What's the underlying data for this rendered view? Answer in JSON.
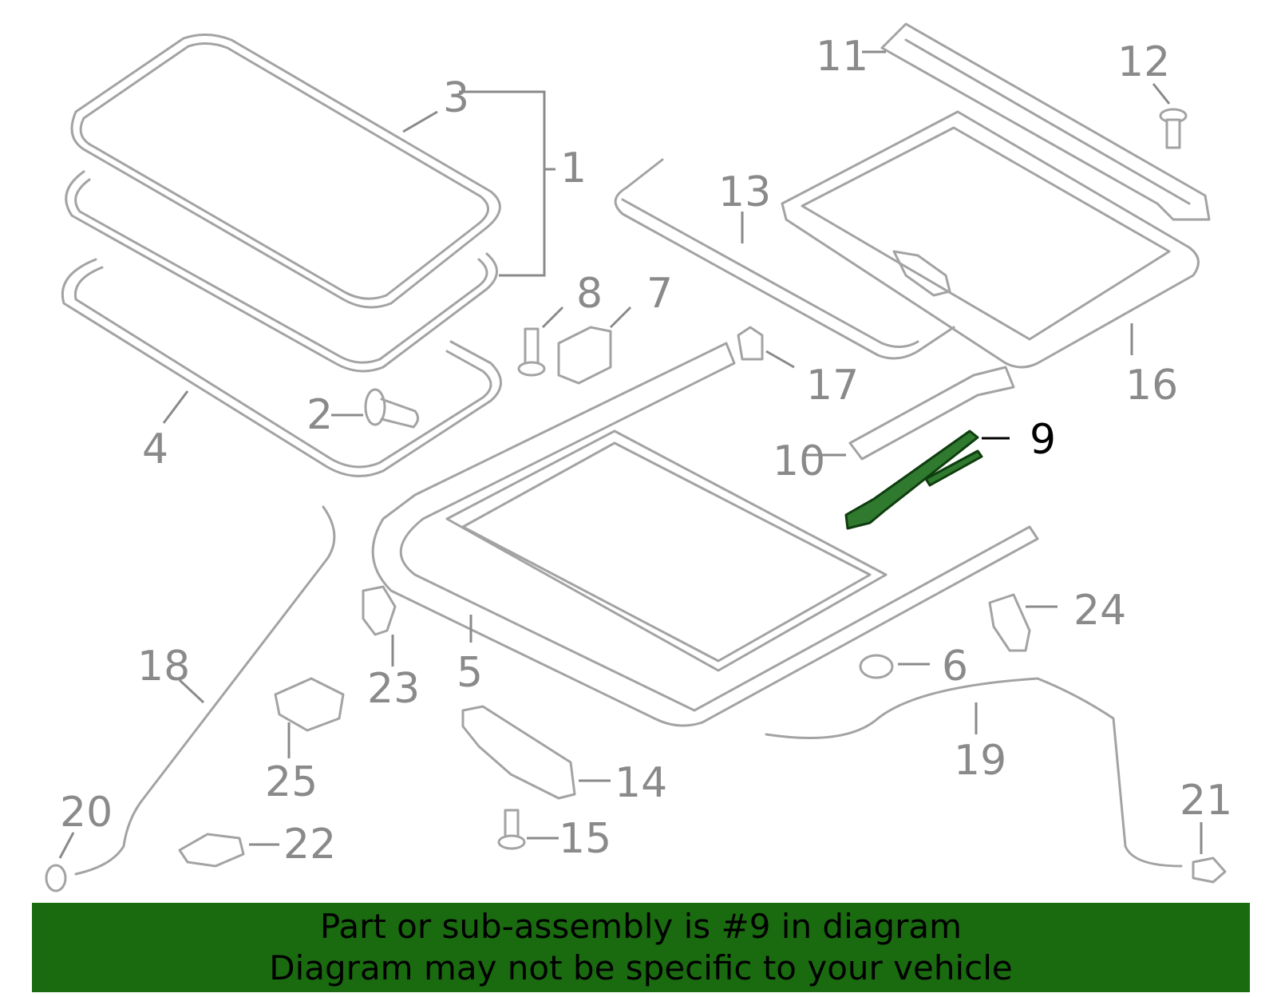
{
  "callouts": {
    "c1": "1",
    "c2": "2",
    "c3": "3",
    "c4": "4",
    "c5": "5",
    "c6": "6",
    "c7": "7",
    "c8": "8",
    "c9": "9",
    "c10": "10",
    "c11": "11",
    "c12": "12",
    "c13": "13",
    "c14": "14",
    "c15": "15",
    "c16": "16",
    "c17": "17",
    "c18": "18",
    "c19": "19",
    "c20": "20",
    "c21": "21",
    "c22": "22",
    "c23": "23",
    "c24": "24",
    "c25": "25"
  },
  "highlighted_part": "9",
  "colors": {
    "highlight": "#2f7a2f",
    "banner": "#1a6a10",
    "line": "#a3a3a3"
  },
  "banner": {
    "line1": "Part or sub-assembly is #9 in diagram",
    "line2": "Diagram may not be specific to your vehicle"
  }
}
